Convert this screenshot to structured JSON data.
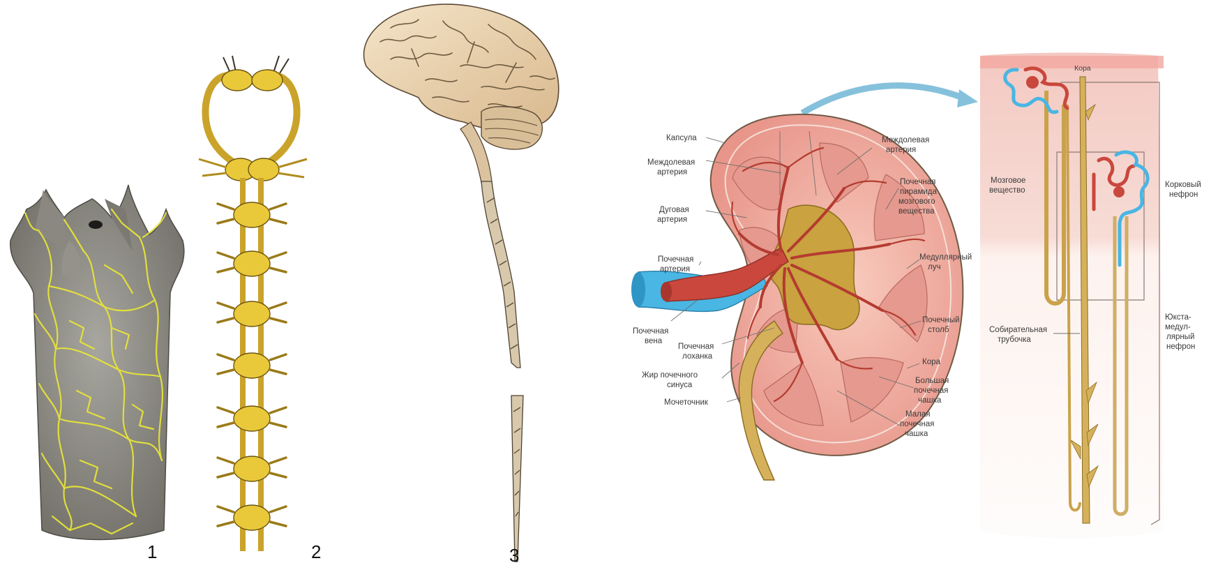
{
  "panel_numbers": [
    "1",
    "2",
    "3"
  ],
  "kidney": {
    "labels": {
      "kapsula": "Капсула",
      "mezhdolevaya_arteriya_left_1": "Междолевая",
      "mezhdolevaya_arteriya_left_2": "артерия",
      "dugovaya_1": "Дуговая",
      "dugovaya_2": "артерия",
      "pochechnaya_arteriya_1": "Почечная",
      "pochechnaya_arteriya_2": "артерия",
      "pochechnaya_vena_1": "Почечная",
      "pochechnaya_vena_2": "вена",
      "pochechnaya_lokhanka_1": "Почечная",
      "pochechnaya_lokhanka_2": "лоханка",
      "zhir_1": "Жир почечного",
      "zhir_2": "синуса",
      "mochetochnik": "Мочеточник",
      "mezhdolevaya_arteriya_right_1": "Междолевая",
      "mezhdolevaya_arteriya_right_2": "артерия",
      "piramida_1": "Почечная",
      "piramida_2": "пирамида",
      "piramida_3": "мозгового",
      "piramida_4": "вещества",
      "medullyarnyi_1": "Медуллярный",
      "medullyarnyi_2": "луч",
      "stolb_1": "Почечный",
      "stolb_2": "столб",
      "kora": "Кора",
      "bolshaya_1": "Большая",
      "bolshaya_2": "почечная",
      "bolshaya_3": "чашка",
      "malaya_1": "Малая",
      "malaya_2": "почечная",
      "malaya_3": "чашка"
    }
  },
  "nephron": {
    "labels": {
      "kora": "Кора",
      "mozgovoe_1": "Мозговое",
      "mozgovoe_2": "вещество",
      "korkovyi_1": "Корковый",
      "korkovyi_2": "нефрон",
      "sobiratelnaya_1": "Собирательная",
      "sobiratelnaya_2": "трубочка",
      "yukstamedullyarnyi_1": "Юкста-",
      "yukstamedullyarnyi_2": "медул-",
      "yukstamedullyarnyi_3": "лярный",
      "yukstamedullyarnyi_4": "нефрон"
    }
  },
  "colors": {
    "nerve_yellow": "#e9c93a",
    "kidney_cortex": "#f1b5a8",
    "artery_red": "#c9473c",
    "vein_blue": "#49b6e3",
    "ureter_tan": "#d6b15b",
    "body_gray": "#8f8d87"
  }
}
